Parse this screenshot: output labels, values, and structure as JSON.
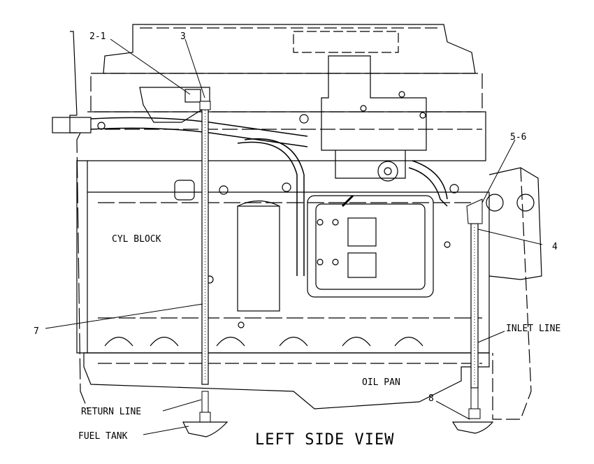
{
  "callouts": {
    "c2_1": "2-1",
    "c3": "3",
    "c5_6": "5-6",
    "c4": "4",
    "c7": "7",
    "c8": "8"
  },
  "labels": {
    "cyl_block": "CYL BLOCK",
    "inlet_line": "INLET LINE",
    "oil_pan": "OIL PAN",
    "return_line": "RETURN LINE",
    "fuel_tank": "FUEL TANK"
  },
  "caption": "LEFT SIDE VIEW"
}
